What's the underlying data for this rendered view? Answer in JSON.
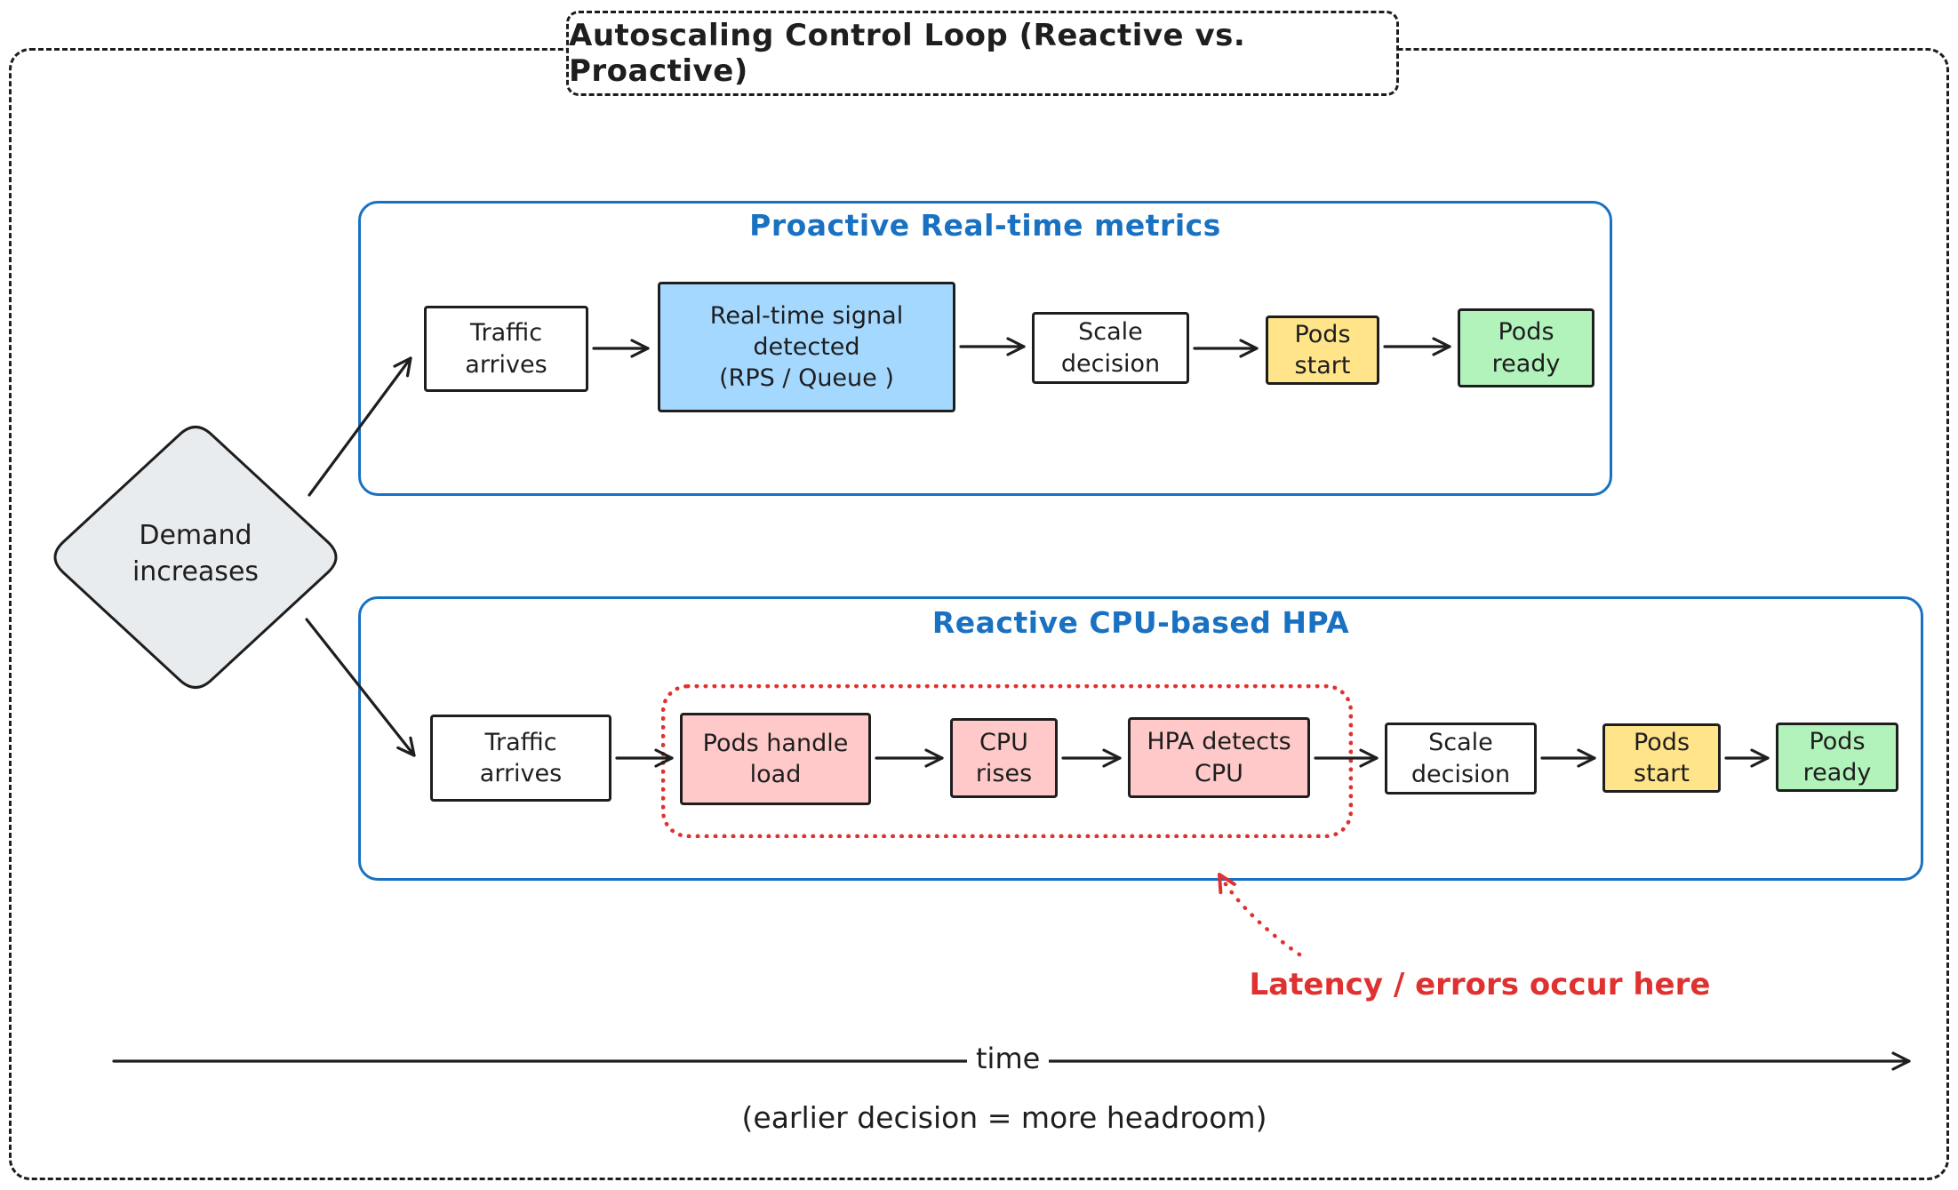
{
  "title": "Autoscaling Control Loop (Reactive vs. Proactive)",
  "colors": {
    "ink": "#1e1e1e",
    "blue": "#1971c2",
    "blue-fill": "#a5d8ff",
    "pink-fill": "#ffc9c9",
    "yellow-fill": "#ffe48a",
    "green-fill": "#b2f2bb",
    "gray-fill": "#e9ecef",
    "red": "#e03131"
  },
  "start": {
    "label": "Demand\nincreases"
  },
  "proactive": {
    "title": "Proactive Real-time metrics",
    "nodes": {
      "traffic": "Traffic\narrives",
      "signal": "Real-time signal\ndetected\n(RPS / Queue )",
      "scale": "Scale\ndecision",
      "pods_start": "Pods\nstart",
      "pods_ready": "Pods\nready"
    }
  },
  "reactive": {
    "title": "Reactive CPU-based HPA",
    "nodes": {
      "traffic": "Traffic\narrives",
      "handle": "Pods handle\nload",
      "cpu": "CPU\nrises",
      "hpa": "HPA detects\nCPU",
      "scale": "Scale\ndecision",
      "pods_start": "Pods\nstart",
      "pods_ready": "Pods\nready"
    }
  },
  "annotation": {
    "label": "Latency / errors occur here"
  },
  "timeline": {
    "label": "time",
    "caption": "(earlier decision = more headroom)"
  }
}
